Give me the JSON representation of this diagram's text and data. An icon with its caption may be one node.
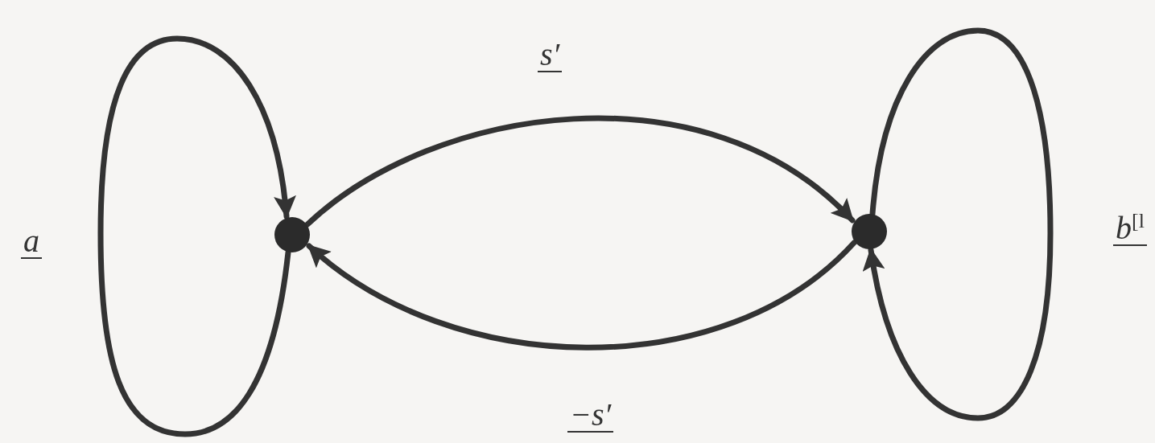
{
  "diagram": {
    "nodes": [
      {
        "text": [],
        "shape": "circle"
      },
      {
        "text": [],
        "shape": "circle"
      }
    ],
    "edges": [
      {
        "from": 0,
        "to": 0,
        "arrow": "to",
        "label": "a"
      },
      {
        "from": 0,
        "to": 1,
        "arrow": "to",
        "label": "s′"
      },
      {
        "from": 1,
        "to": 0,
        "arrow": "to",
        "label": "−s′"
      },
      {
        "from": 1,
        "to": 1,
        "arrow": "to",
        "label": "b$^{[l}$"
      }
    ]
  }
}
